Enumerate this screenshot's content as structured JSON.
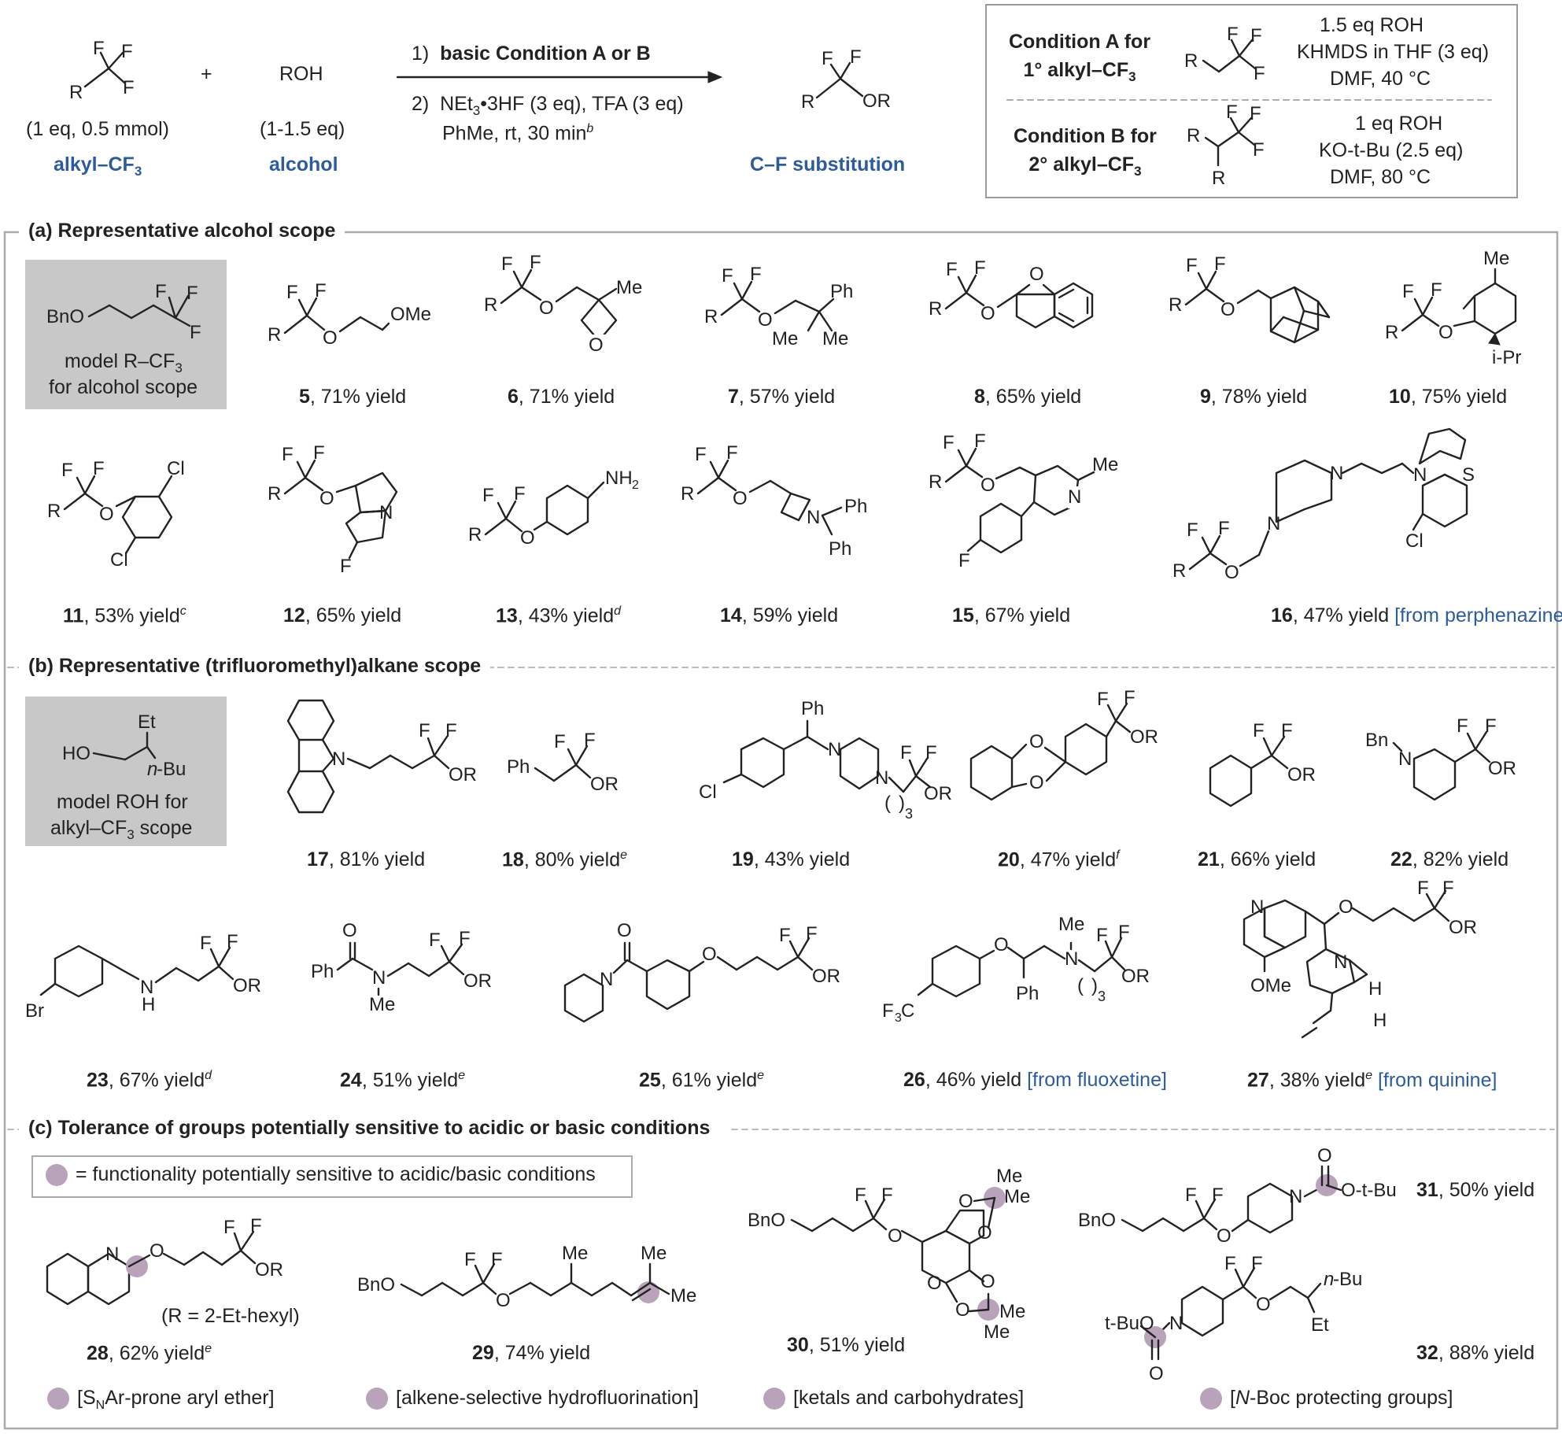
{
  "header": {
    "cf3": "F",
    "reactant_R": "R",
    "plus": "+",
    "roh": "ROH",
    "reactant1_amount": "(1 eq, 0.5 mmol)",
    "reactant1_name": "alkyl–CF3",
    "reactant2_amount": "(1-1.5 eq)",
    "reactant2_name": "alcohol",
    "step1_num": "1)",
    "step1": "basic Condition A or B",
    "step2": "2)  NEt3•3HF (3 eq), TFA (3 eq)",
    "step2b": "PhMe, rt, 30 min",
    "step2b_sup": "b",
    "product_label": "C–F substitution",
    "product_OR": "OR"
  },
  "conditions": {
    "a_title1": "Condition A for",
    "a_title2": "1° alkyl–CF3",
    "a_l1": "1.5 eq ROH",
    "a_l2": "KHMDS in THF (3 eq)",
    "a_l3": "DMF, 40 °C",
    "b_title1": "Condition B for",
    "b_title2": "2° alkyl–CF3",
    "b_l1": "1 eq ROH",
    "b_l2": "KO-t-Bu (2.5 eq)",
    "b_l3": "DMF, 80 °C"
  },
  "sections": {
    "a": "(a) Representative alcohol scope",
    "b": "(b) Representative (trifluoromethyl)alkane scope",
    "c": "(c) Tolerance of groups potentially sensitive to acidic or basic conditions"
  },
  "models": {
    "a_line1": "model R–CF3",
    "a_line2": "for alcohol scope",
    "b_line1": "model ROH for",
    "b_line2": "alkyl–CF3 scope"
  },
  "compounds": [
    {
      "id": "5",
      "yield": ", 71% yield",
      "note": ""
    },
    {
      "id": "6",
      "yield": ", 71% yield",
      "note": ""
    },
    {
      "id": "7",
      "yield": ", 57% yield",
      "note": ""
    },
    {
      "id": "8",
      "yield": ", 65% yield",
      "note": ""
    },
    {
      "id": "9",
      "yield": ", 78% yield",
      "note": ""
    },
    {
      "id": "10",
      "yield": ", 75% yield",
      "note": ""
    },
    {
      "id": "11",
      "yield": ", 53% yield",
      "note": "c"
    },
    {
      "id": "12",
      "yield": ", 65% yield",
      "note": ""
    },
    {
      "id": "13",
      "yield": ", 43% yield",
      "note": "d"
    },
    {
      "id": "14",
      "yield": ", 59% yield",
      "note": ""
    },
    {
      "id": "15",
      "yield": ", 67% yield",
      "note": ""
    },
    {
      "id": "16",
      "yield": ", 47% yield",
      "note": "",
      "source": "[from perphenazine]"
    },
    {
      "id": "17",
      "yield": ", 81% yield",
      "note": ""
    },
    {
      "id": "18",
      "yield": ", 80% yield",
      "note": "e"
    },
    {
      "id": "19",
      "yield": ", 43% yield",
      "note": ""
    },
    {
      "id": "20",
      "yield": ", 47% yield",
      "note": "f"
    },
    {
      "id": "21",
      "yield": ", 66% yield",
      "note": ""
    },
    {
      "id": "22",
      "yield": ", 82% yield",
      "note": ""
    },
    {
      "id": "23",
      "yield": ", 67% yield",
      "note": "d"
    },
    {
      "id": "24",
      "yield": ", 51% yield",
      "note": "e"
    },
    {
      "id": "25",
      "yield": ", 61% yield",
      "note": "e"
    },
    {
      "id": "26",
      "yield": ", 46% yield",
      "note": "",
      "source": "[from fluoxetine]"
    },
    {
      "id": "27",
      "yield": ", 38% yield",
      "note": "e",
      "source": "[from quinine]"
    },
    {
      "id": "28",
      "yield": ", 62% yield",
      "note": "e"
    },
    {
      "id": "29",
      "yield": ", 74% yield",
      "note": ""
    },
    {
      "id": "30",
      "yield": ", 51% yield",
      "note": ""
    },
    {
      "id": "31",
      "yield": ", 50% yield",
      "note": ""
    },
    {
      "id": "32",
      "yield": ", 88% yield",
      "note": ""
    }
  ],
  "legend": "= functionality potentially sensitive to acidic/basic conditions",
  "r_note": "(R = 2-Et-hexyl)",
  "tags": [
    "[SNAr-prone aryl ether]",
    "[alkene-selective hydrofluorination]",
    "[ketals and carbohydrates]",
    "[N-Boc protecting groups]"
  ],
  "colors": {
    "accent_blue": "#2e5b9a",
    "highlight": "#b8a3bb",
    "box_gray": "#c8c8c8"
  }
}
